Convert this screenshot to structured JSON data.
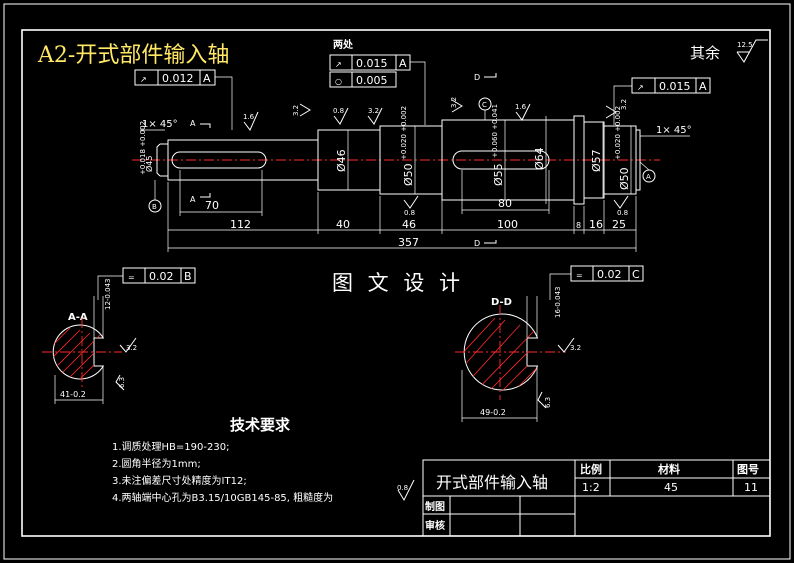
{
  "drawing": {
    "title_corner": "A2-开式部件输入轴",
    "rest_label": "其余",
    "rest_roughness": "12.5",
    "watermark": "图 文 设 计"
  },
  "shaft": {
    "both_places": "两处",
    "gdt_top_left": {
      "symbol": "↗",
      "value": "0.012",
      "datum": "A"
    },
    "gdt_middle_1": {
      "symbol": "↗",
      "value": "0.015",
      "datum": "A"
    },
    "gdt_middle_2": {
      "symbol": "○",
      "value": "0.005"
    },
    "gdt_right": {
      "symbol": "↗",
      "value": "0.015",
      "datum": "A"
    },
    "chamfer_left": "1× 45°",
    "chamfer_right": "1× 45°",
    "section_a": "A",
    "section_d": "D",
    "datum_b": "B",
    "datum_a": "A",
    "datum_c": "C",
    "roughness": [
      "1.6",
      "3.2",
      "0.8",
      "3.2",
      "3.2",
      "1.6",
      "3.2",
      "0.8",
      "0.8"
    ],
    "dia_left": "Ø45",
    "dia_left_tol": "+0.018 +0.002",
    "dia_46": "Ø46",
    "dia_50a": "Ø50",
    "dia_50a_tol": "+0.020 +0.002",
    "dia_55": "Ø55",
    "dia_55_tol": "+0.060 +0.041",
    "dia_64": "Ø64",
    "dia_57": "Ø57",
    "dia_50b": "Ø50",
    "dia_50b_tol": "+0.020 +0.002",
    "len_70": "70",
    "len_112": "112",
    "len_40": "40",
    "len_46": "46",
    "len_80": "80",
    "len_100": "100",
    "len_8": "8",
    "len_16": "16",
    "len_25": "25",
    "len_357": "357"
  },
  "section_aa": {
    "label": "A-A",
    "gdt": {
      "symbol": "=",
      "value": "0.02",
      "datum": "B"
    },
    "keyway_width": "12-0.043",
    "depth": "41-0.2",
    "roughness_1": "3.2",
    "roughness_2": "6.3"
  },
  "section_dd": {
    "label": "D-D",
    "gdt": {
      "symbol": "=",
      "value": "0.02",
      "datum": "C"
    },
    "keyway_width": "16-0.043",
    "depth": "49-0.2",
    "roughness_1": "3.2",
    "roughness_2": "6.3"
  },
  "requirements": {
    "heading": "技术要求",
    "items": [
      "1.调质处理HB=190-230;",
      "2.圆角半径为1mm;",
      "3.未注偏差尺寸处精度为IT12;",
      "4.两轴端中心孔为B3.15/10GB145-85, 粗糙度为"
    ],
    "roughness": "0.8"
  },
  "title_block": {
    "part_name": "开式部件输入轴",
    "scale_label": "比例",
    "scale_value": "1:2",
    "material_label": "材料",
    "material_value": "45",
    "drawing_no_label": "图号",
    "drawing_no_value": "11",
    "drawn_label": "制图",
    "check_label": "审核"
  }
}
